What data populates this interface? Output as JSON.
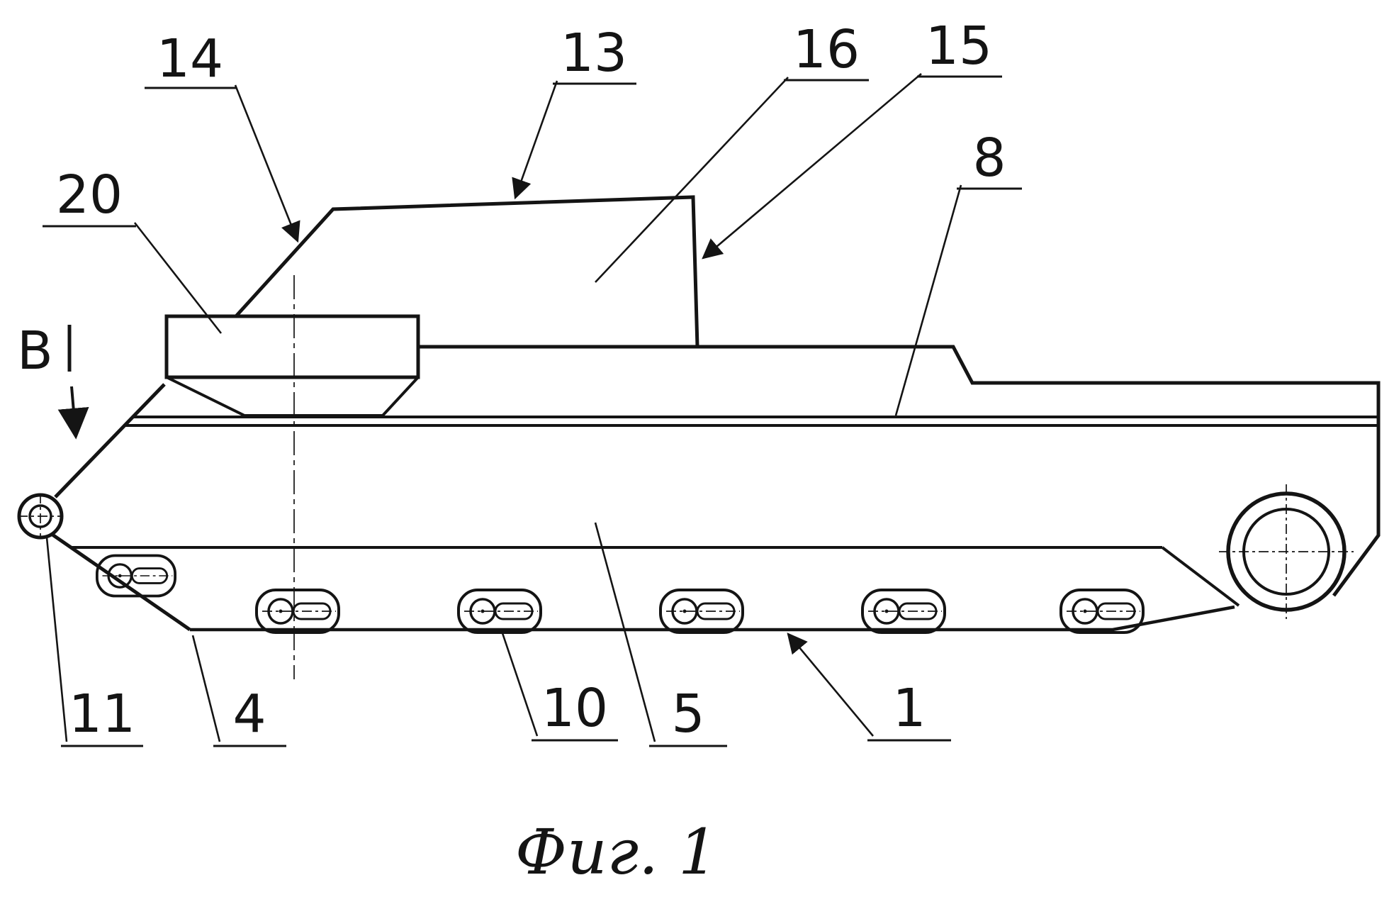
{
  "figure": {
    "caption": "Фиг. 1",
    "view_marker": "В",
    "colors": {
      "ink": "#141414",
      "background": "#ffffff"
    },
    "labels": {
      "n14": "14",
      "n13": "13",
      "n16": "16",
      "n15": "15",
      "n8": "8",
      "n20": "20",
      "n11": "11",
      "n4": "4",
      "n10": "10",
      "n5": "5",
      "n1": "1"
    }
  }
}
